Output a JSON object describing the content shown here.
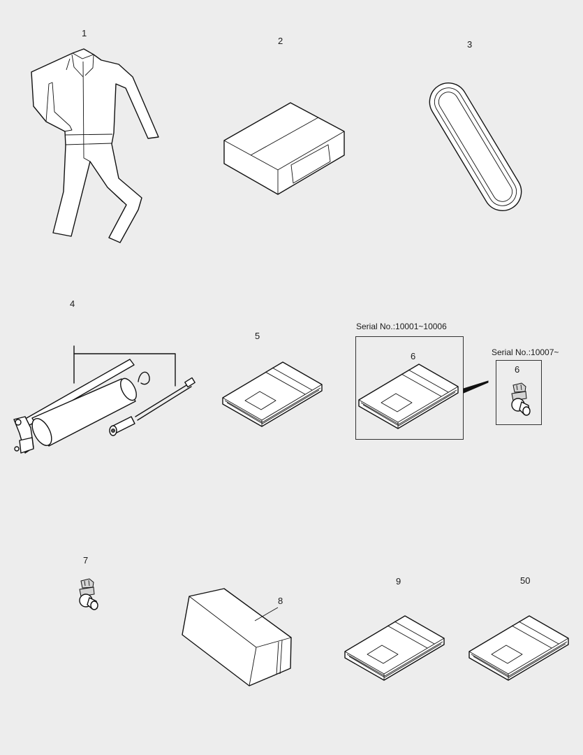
{
  "parts": [
    {
      "id": "p1",
      "callout": "1",
      "depicts": "coverall-icon"
    },
    {
      "id": "p2",
      "callout": "2",
      "depicts": "box-icon"
    },
    {
      "id": "p3",
      "callout": "3",
      "depicts": "belt-icon"
    },
    {
      "id": "p4",
      "callout": "4",
      "depicts": "grease-gun-icon"
    },
    {
      "id": "p5",
      "callout": "5",
      "depicts": "manual-icon"
    },
    {
      "id": "p6a",
      "callout": "6",
      "depicts": "manual-icon"
    },
    {
      "id": "p6b",
      "callout": "6",
      "depicts": "grease-nipple-icon"
    },
    {
      "id": "p7",
      "callout": "7",
      "depicts": "grease-nipple-icon"
    },
    {
      "id": "p8",
      "callout": "8",
      "depicts": "box-icon"
    },
    {
      "id": "p9",
      "callout": "9",
      "depicts": "manual-icon"
    },
    {
      "id": "p50",
      "callout": "50",
      "depicts": "manual-icon"
    }
  ],
  "serial_notes": {
    "old": "Serial No.:10001~10006",
    "new": "Serial No.:10007~"
  },
  "colors": {
    "background": "#ededed",
    "line": "#111111",
    "fill": "#ffffff"
  }
}
